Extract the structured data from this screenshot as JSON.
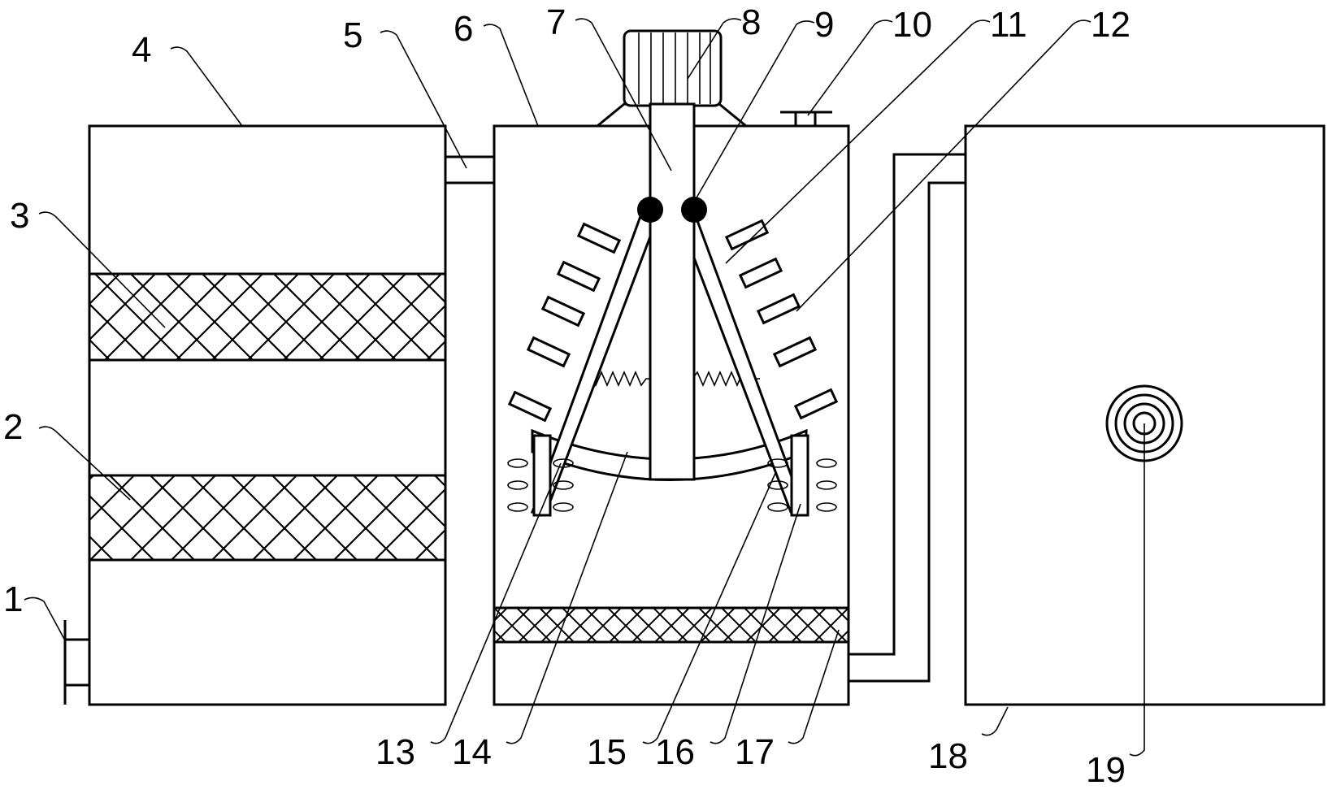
{
  "diagram": {
    "title": "",
    "labels": [
      "1",
      "2",
      "3",
      "4",
      "5",
      "6",
      "7",
      "8",
      "9",
      "10",
      "11",
      "12",
      "13",
      "14",
      "15",
      "16",
      "17",
      "18",
      "19"
    ]
  }
}
